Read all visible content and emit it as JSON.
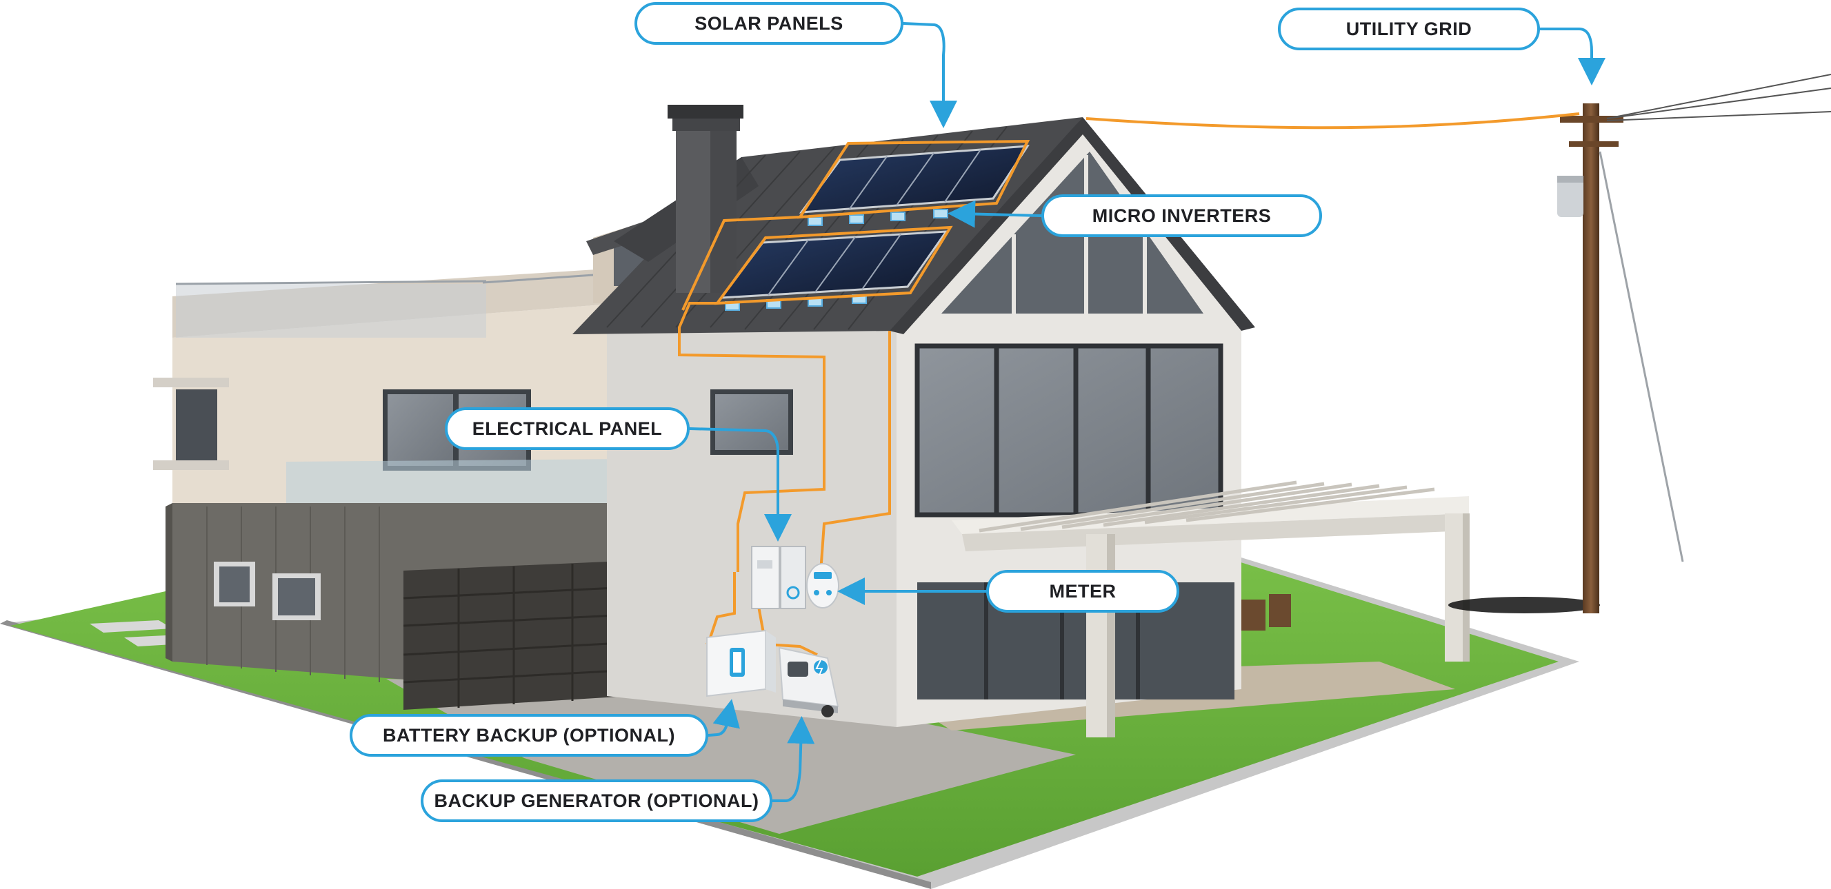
{
  "callouts": {
    "solar_panels": "SOLAR PANELS",
    "utility_grid": "UTILITY GRID",
    "micro_inverters": "MICRO INVERTERS",
    "electrical_panel": "ELECTRICAL PANEL",
    "meter": "METER",
    "battery_backup": "BATTERY BACKUP (OPTIONAL)",
    "backup_generator": "BACKUP GENERATOR (OPTIONAL)"
  },
  "colors": {
    "callout_border": "#2ba3dc",
    "leader_line": "#2ba3dc",
    "wiring": "#f39a2b",
    "callout_text": "#1f2024"
  },
  "icons": {
    "battery": "battery-icon",
    "generator": "lightning-icon",
    "meter": "meter-dial-icon"
  }
}
